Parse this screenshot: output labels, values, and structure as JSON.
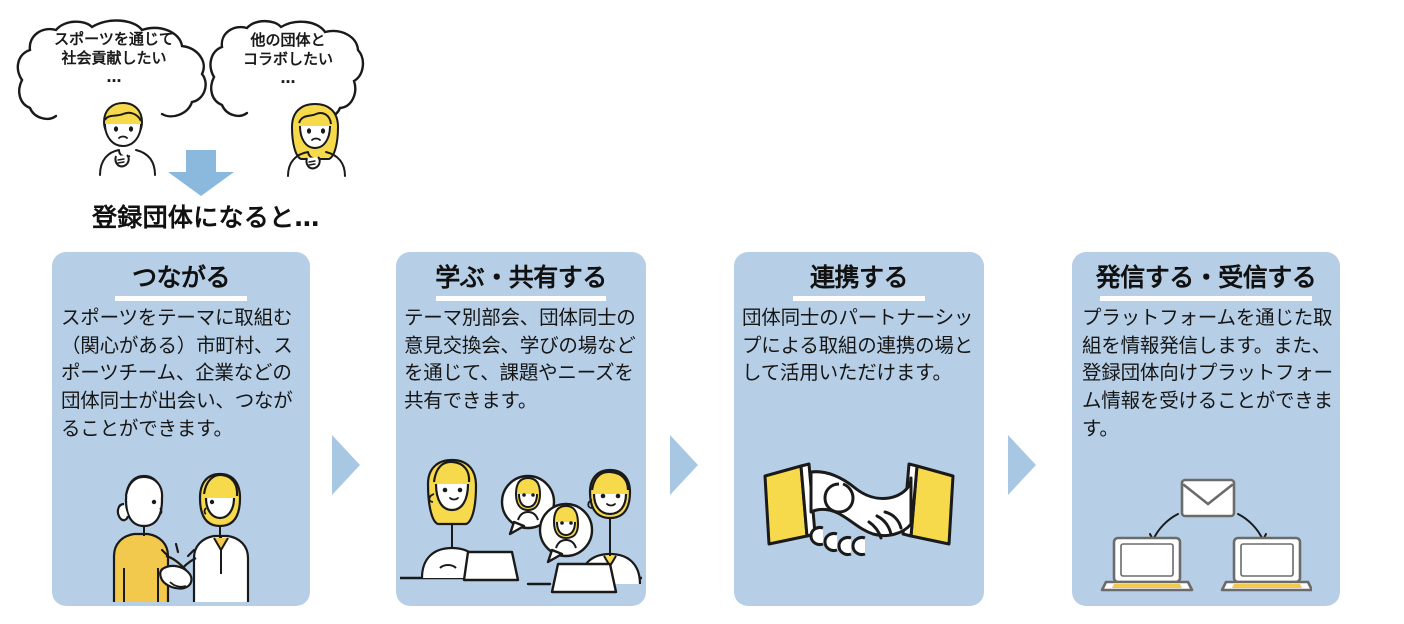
{
  "top": {
    "bubble1": {
      "text": "スポーツを通じて\n社会貢献したい\n…",
      "icon": "thought-bubble-icon"
    },
    "bubble2": {
      "text": "他の団体と\nコラボしたい\n…",
      "icon": "thought-bubble-icon"
    },
    "person1_icon": "thinking-boy-icon",
    "person2_icon": "thinking-girl-icon",
    "down_arrow_icon": "arrow-down-icon",
    "heading": "登録団体になると…"
  },
  "cards": [
    {
      "title": "つながる",
      "body": "スポーツをテーマに取組む（関心がある）市町村、スポーツチーム、企業などの団体同士が出会い、つながることができます。",
      "illustration_icon": "handshake-people-icon"
    },
    {
      "title": "学ぶ・共有する",
      "body": "テーマ別部会、団体同士の意見交換会、学びの場などを通じて、課題やニーズを共有できます。",
      "illustration_icon": "online-meeting-icon"
    },
    {
      "title": "連携する",
      "body": "団体同士のパートナーシップによる取組の連携の場として活用いただけます。",
      "illustration_icon": "handshake-icon"
    },
    {
      "title": "発信する・受信する",
      "body": "プラットフォームを通じた取組を情報発信します。また、登録団体向けプラットフォーム情報を受けることができます。",
      "illustration_icon": "email-laptops-icon"
    }
  ],
  "arrows": [
    {
      "icon": "step-arrow-right-icon"
    },
    {
      "icon": "step-arrow-right-icon"
    },
    {
      "icon": "step-arrow-right-icon"
    }
  ],
  "colors": {
    "card_background": "#b6cfe7",
    "arrow_blue": "#a8c7e3",
    "accent_yellow": "#f7d94c",
    "title_underline": "#ffffff",
    "text": "#111111"
  }
}
